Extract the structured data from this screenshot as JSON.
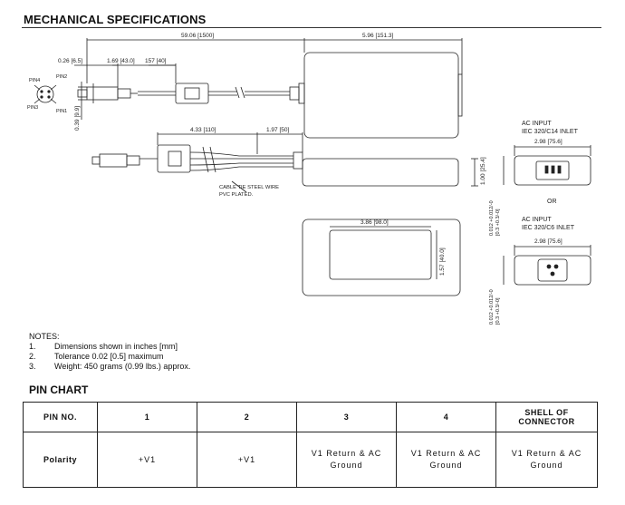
{
  "header": {
    "title": "MECHANICAL SPECIFICATIONS"
  },
  "drawing": {
    "dim_cable_length": "59.06 [1500]",
    "dim_body_length": "5.96 [151.3]",
    "dim_plug_offset": "0.26 [6.5]",
    "dim_ferrite_pos": "1.69 [43.0]",
    "dim_ferrite_len": "157 [40]",
    "dim_plug_dia": "0.39 [9.9]",
    "pin_labels": [
      "PIN4",
      "PIN2",
      "PIN3",
      "PIN1"
    ],
    "dim_cable_tie_pos": "4.33 [110]",
    "dim_tail": "1.97 [50]",
    "cable_tie_note_1": "CABLE TIE STEEL WIRE",
    "cable_tie_note_2": "PVC PLATED.",
    "dim_height": "1.00 [25.4]",
    "dim_label_w": "3.86 [98.0]",
    "dim_label_h": "1.57 [40.0]",
    "ac_input_1": "AC INPUT",
    "ac_inlet_1": "IEC 320/C14 INLET",
    "ac_width_1": "2.98 [75.6]",
    "or_label": "OR",
    "ac_input_2": "AC INPUT",
    "ac_inlet_2": "IEC 320/C6 INLET",
    "ac_width_2": "2.98 [75.6]",
    "tol_1_top": "0.012 +0.012/-0",
    "tol_1_bot": "[0.3 +0.3/-0]",
    "tol_2_top": "0.012 +0.012/-0",
    "tol_2_bot": "[0.3 +0.3/-0]"
  },
  "notes": {
    "heading": "NOTES:",
    "items": [
      {
        "num": "1.",
        "text": "Dimensions shown in inches [mm]"
      },
      {
        "num": "2.",
        "text": "Tolerance 0.02 [0.5] maximum"
      },
      {
        "num": "3.",
        "text": "Weight: 450 grams (0.99 lbs.) approx."
      }
    ]
  },
  "pin_chart": {
    "title": "PIN CHART",
    "header": [
      "PIN NO.",
      "1",
      "2",
      "3",
      "4",
      "SHELL OF CONNECTOR"
    ],
    "row_label": "Polarity",
    "values": [
      "+V1",
      "+V1",
      "V1 Return & AC Ground",
      "V1 Return & AC Ground",
      "V1 Return & AC Ground"
    ]
  }
}
